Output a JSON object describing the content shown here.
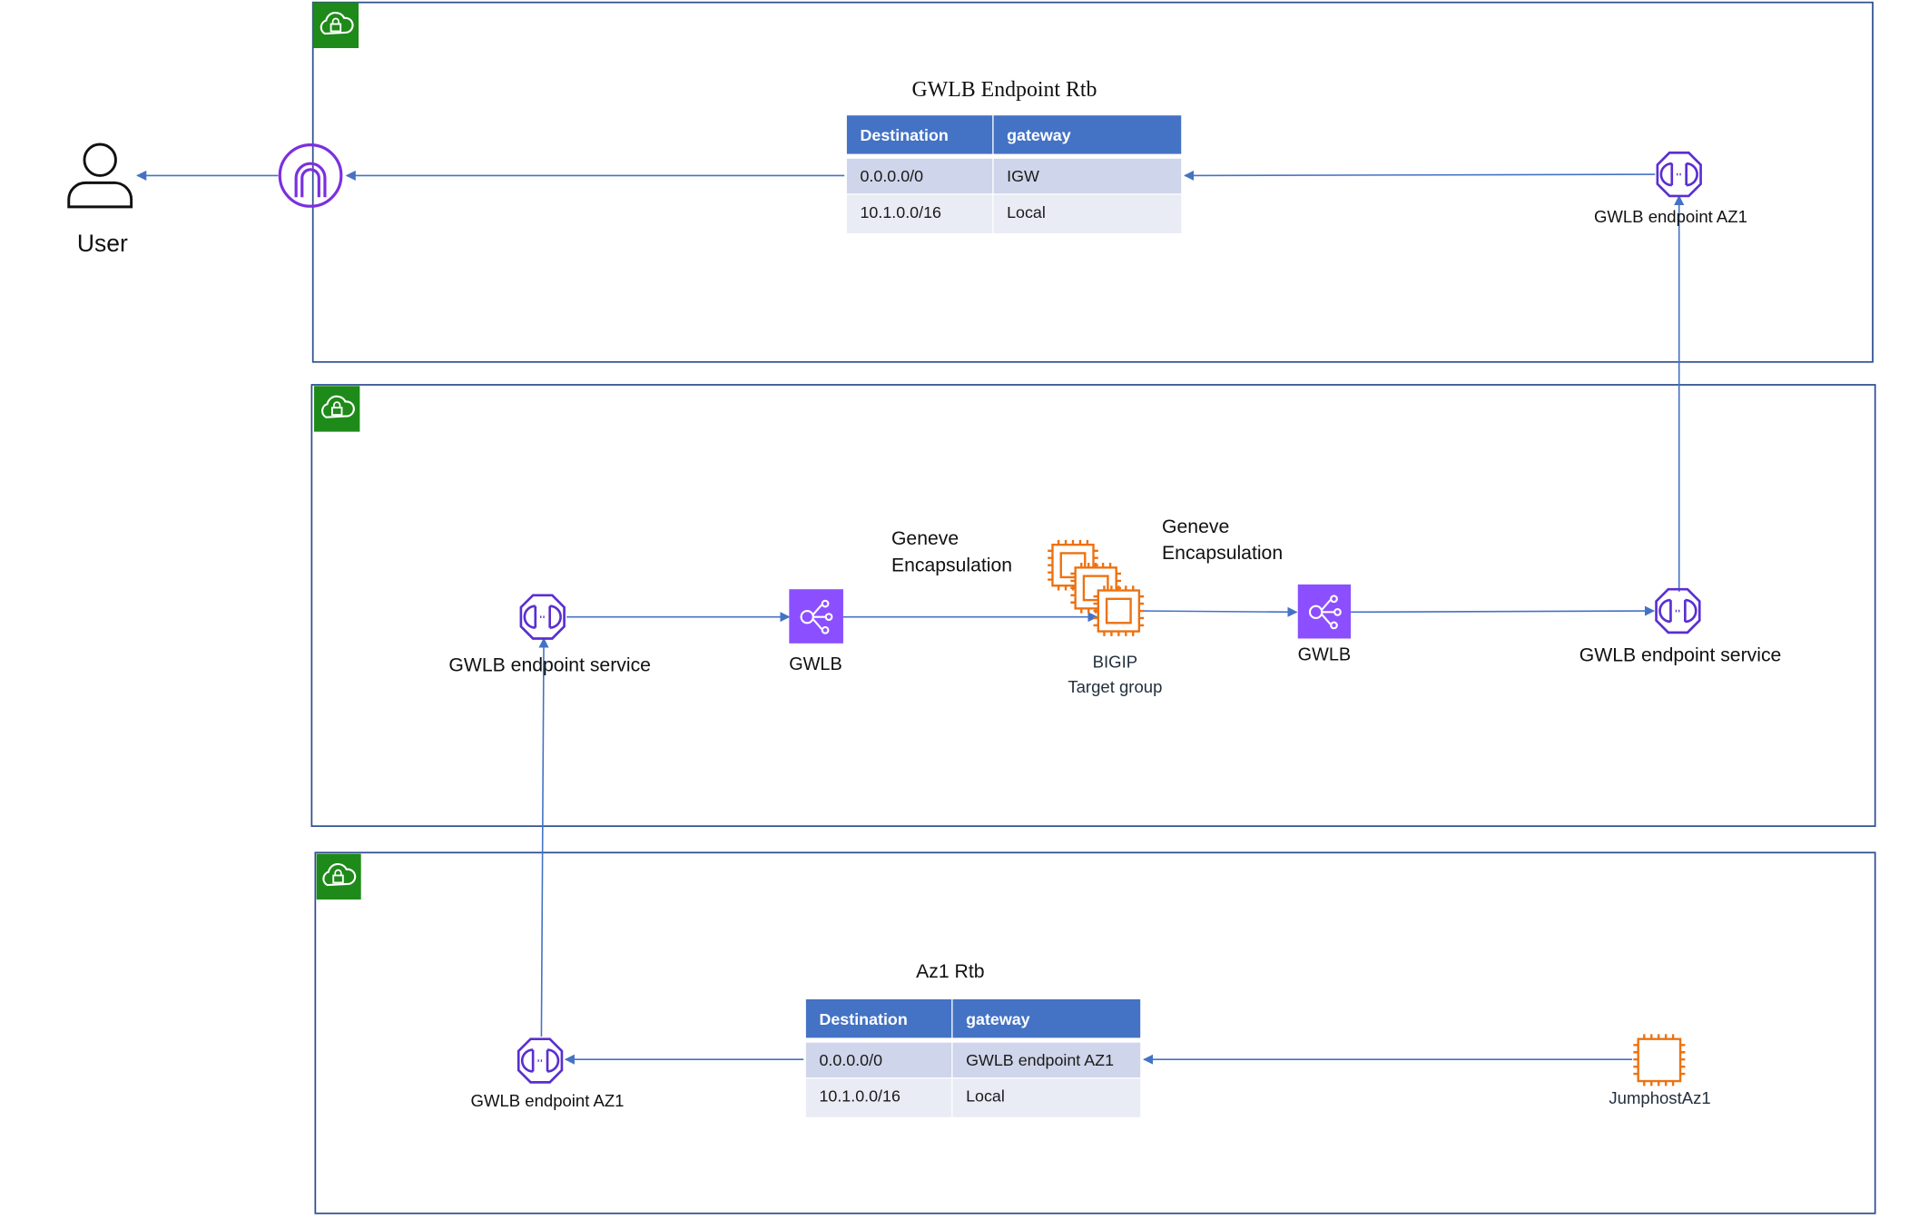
{
  "colors": {
    "vpc_border": "#2c4e8f",
    "vpc_badge": "#1e8a19",
    "arrow": "#4472c4",
    "table_header": "#4472c4",
    "table_row_1": "#cfd5ea",
    "table_row_2": "#e9ebf5",
    "purple": "#7b2fe0",
    "orange": "#ec7211"
  },
  "user": {
    "label": "User",
    "icon": "user-icon"
  },
  "internet_gateway": {
    "icon": "internet-gateway-icon"
  },
  "vpcs": [
    {
      "name": "top-vpc",
      "icon": "vpc-cloud-lock-icon"
    },
    {
      "name": "middle-vpc",
      "icon": "vpc-cloud-lock-icon"
    },
    {
      "name": "bottom-vpc",
      "icon": "vpc-cloud-lock-icon"
    }
  ],
  "top_table": {
    "title": "GWLB Endpoint Rtb",
    "headers": [
      "Destination",
      "gateway"
    ],
    "rows": [
      [
        "0.0.0.0/0",
        "IGW"
      ],
      [
        "10.1.0.0/16",
        "Local"
      ]
    ]
  },
  "bottom_table": {
    "title": "Az1 Rtb",
    "headers": [
      "Destination",
      "gateway"
    ],
    "rows": [
      [
        "0.0.0.0/0",
        "GWLB endpoint AZ1"
      ],
      [
        "10.1.0.0/16",
        "Local"
      ]
    ]
  },
  "nodes": {
    "top_endpoint": {
      "label": "GWLB endpoint AZ1",
      "icon": "gwlb-endpoint-icon"
    },
    "left_service": {
      "label": "GWLB endpoint service",
      "icon": "gwlb-endpoint-icon"
    },
    "left_gwlb": {
      "label": "GWLB",
      "icon": "gwlb-icon"
    },
    "bigip": {
      "label_line1": "BIGIP",
      "label_line2": "Target group",
      "icon": "ec2-instances-icon"
    },
    "right_gwlb": {
      "label": "GWLB",
      "icon": "gwlb-icon"
    },
    "right_service": {
      "label": "GWLB endpoint service",
      "icon": "gwlb-endpoint-icon"
    },
    "bottom_endpoint": {
      "label": "GWLB endpoint AZ1",
      "icon": "gwlb-endpoint-icon"
    },
    "jumphost": {
      "label": "JumphostAz1",
      "icon": "ec2-instance-icon"
    }
  },
  "annotations": {
    "geneve_left_line1": "Geneve",
    "geneve_left_line2": "Encapsulation",
    "geneve_right_line1": "Geneve",
    "geneve_right_line2": "Encapsulation"
  }
}
